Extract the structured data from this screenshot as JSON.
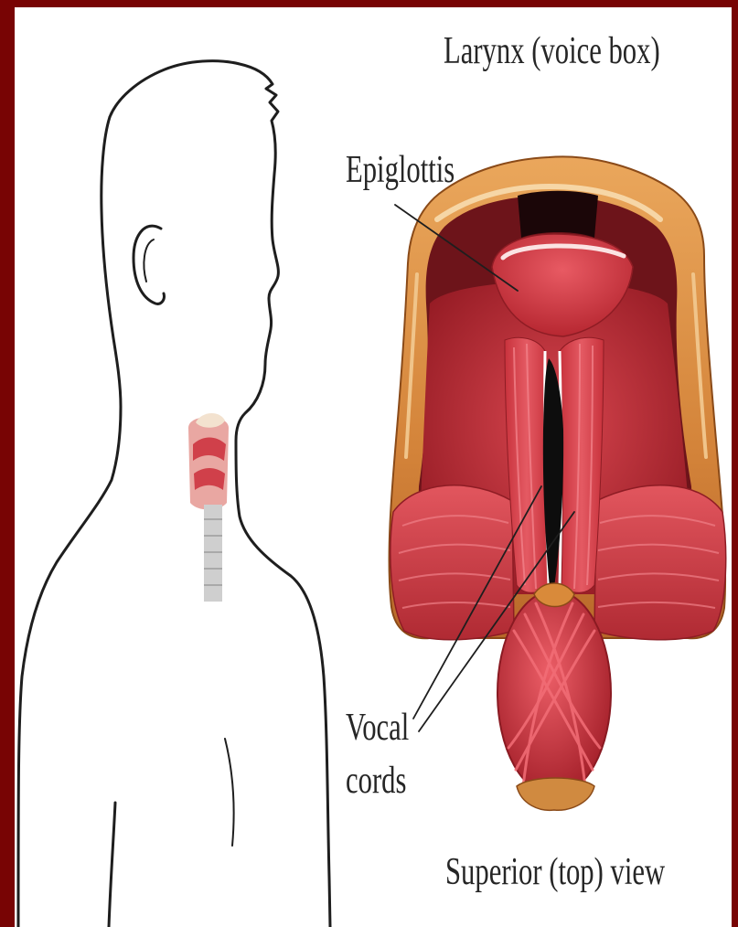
{
  "title": "Larynx (voice box)",
  "labels": {
    "epiglottis": "Epiglottis",
    "vocal_cords": [
      "Vocal",
      "cords"
    ],
    "view": "Superior (top) view"
  },
  "colors": {
    "frame": "#780404",
    "background": "#ffffff",
    "text": "#262626",
    "outline": "#1e1e1e",
    "cartilage": "#d98a3a",
    "muscle": "#c8323c",
    "glottis": "#0d0d0d"
  }
}
